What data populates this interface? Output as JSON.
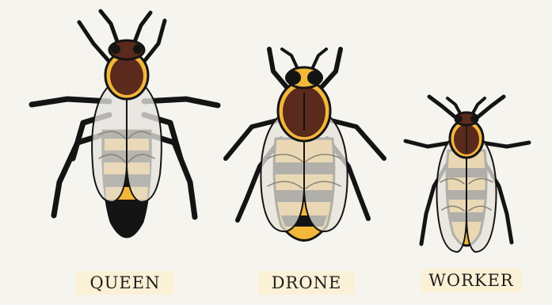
{
  "labels": {
    "queen": "QUEEN",
    "drone": "DRONE",
    "worker": "WORKER"
  },
  "colors": {
    "background": "#f5f4ef",
    "label_bg": "#fbf1d6",
    "thorax": "#5a2a1c",
    "yellow": "#f3b73a",
    "black": "#141414",
    "wing": "#e6e3dc"
  },
  "bees": [
    {
      "type": "queen"
    },
    {
      "type": "drone"
    },
    {
      "type": "worker"
    }
  ]
}
